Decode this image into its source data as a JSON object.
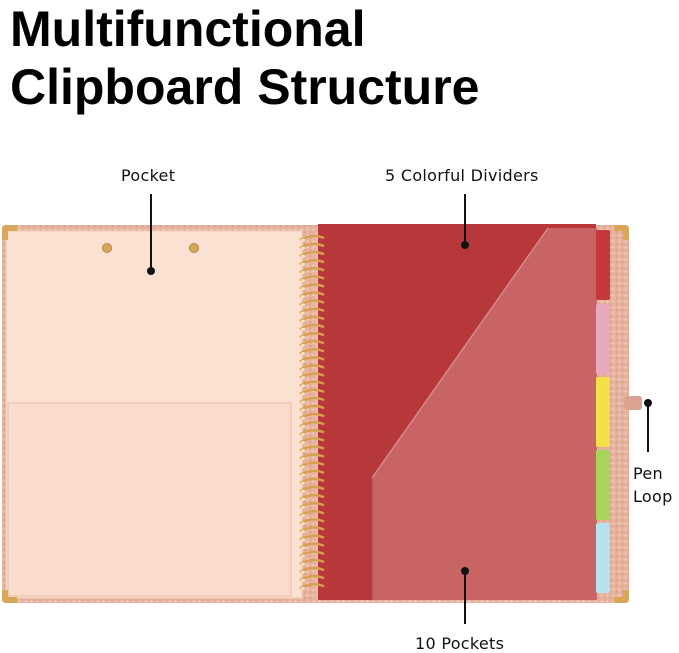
{
  "title": {
    "line1": "Multifunctional",
    "line2": "Clipboard Structure"
  },
  "callouts": {
    "pocket": "Pocket",
    "dividers": "5 Colorful Dividers",
    "pen_loop_line1": "Pen",
    "pen_loop_line2": "Loop",
    "pockets": "10 Pockets"
  },
  "colors": {
    "cover_glitter": "#e7b8a3",
    "left_page": "#fae1d2",
    "pocket_panel": "#f8dccb",
    "red_divider": "#b8383a",
    "clear_pocket": "#c96666",
    "gold": "#d9a75a",
    "tab_red": "#c5393b",
    "tab_pink": "#e8a8bd",
    "tab_yellow": "#f1e04a",
    "tab_green": "#a6d659",
    "tab_blue": "#b5e2ee"
  }
}
